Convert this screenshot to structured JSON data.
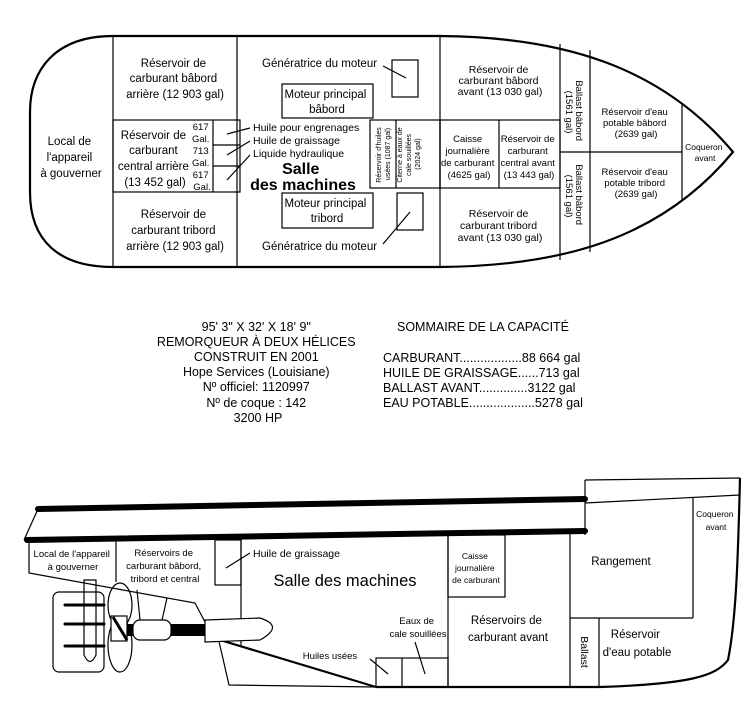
{
  "plan": {
    "local_gouverner": [
      "Local de",
      "l'appareil",
      "à gouverner"
    ],
    "res_babord_arriere": [
      "Réservoir de",
      "carburant bâbord",
      "arrière (12 903 gal)"
    ],
    "res_tribord_arriere": [
      "Réservoir de",
      "carburant tribord",
      "arrière (12 903 gal)"
    ],
    "res_central_arriere": [
      "Réservoir de",
      "carburant",
      "central arrière",
      "(13 452 gal)"
    ],
    "small_tank_gal": [
      "617",
      "Gal.",
      "713",
      "Gal.",
      "617",
      "Gal."
    ],
    "fluids": [
      "Huile pour engrenages",
      "Huile de graissage",
      "Liquide hydraulique"
    ],
    "generatrice": "Génératrice du moteur",
    "moteur_babord": [
      "Moteur principal",
      "bâbord"
    ],
    "moteur_tribord": [
      "Moteur principal",
      "tribord"
    ],
    "salle": [
      "Salle",
      "des machines"
    ],
    "huiles_usees": [
      "Réservoir d'huiles",
      "usées (1087 gal)"
    ],
    "citerne": [
      "Citerne à eaux de",
      "cale souillées",
      "(2024 gal)"
    ],
    "caisse": [
      "Caisse",
      "journalière",
      "de carburant",
      "(4625 gal)"
    ],
    "central_avant": [
      "Réservoir de",
      "carburant",
      "central avant",
      "(13 443 gal)"
    ],
    "res_babord_avant": [
      "Réservoir de",
      "carburant bâbord",
      "avant (13 030 gal)"
    ],
    "res_tribord_avant": [
      "Réservoir de",
      "carburant tribord",
      "avant (13 030 gal)"
    ],
    "ballast_1": [
      "Ballast bâbord",
      "(1561 gal)"
    ],
    "ballast_2": [
      "Ballast bâbord",
      "(1561 gal)"
    ],
    "eau_babord": [
      "Réservoir d'eau",
      "potable bâbord",
      "(2639 gal)"
    ],
    "eau_tribord": [
      "Réservoir d'eau",
      "potable tribord",
      "(2639 gal)"
    ],
    "coqueron": [
      "Coqueron",
      "avant"
    ]
  },
  "specs": {
    "lines": [
      "95' 3\" X 32' X 18' 9\"",
      "REMORQUEUR À DEUX HÉLICES",
      "CONSTRUIT EN 2001",
      "Hope Services (Louisiane)",
      "Nº officiel: 1120997",
      "Nº de coque : 142",
      "3200 HP"
    ]
  },
  "summary": {
    "title": "SOMMAIRE DE LA CAPACITÉ",
    "rows": [
      "CARBURANT..................88 664 gal",
      "HUILE DE GRAISSAGE......713 gal",
      "BALLAST AVANT..............3122 gal",
      "EAU POTABLE...................5278 gal"
    ]
  },
  "profile": {
    "local": [
      "Local de l'appareil",
      "à gouverner"
    ],
    "reservoirs": [
      "Réservoirs de",
      "carburant bâbord,",
      "tribord et central"
    ],
    "huile": "Huile de graissage",
    "salle": "Salle des machines",
    "caisse": [
      "Caisse",
      "journalière",
      "de carburant"
    ],
    "res_avant": [
      "Réservoirs de",
      "carburant avant"
    ],
    "eaux": [
      "Eaux de",
      "cale souillées"
    ],
    "huiles_usees": "Huiles usées",
    "rangement": "Rangement",
    "eau_potable": [
      "Réservoir",
      "d'eau potable"
    ],
    "ballast": "Ballast",
    "coqueron": [
      "Coqueron",
      "avant"
    ]
  }
}
